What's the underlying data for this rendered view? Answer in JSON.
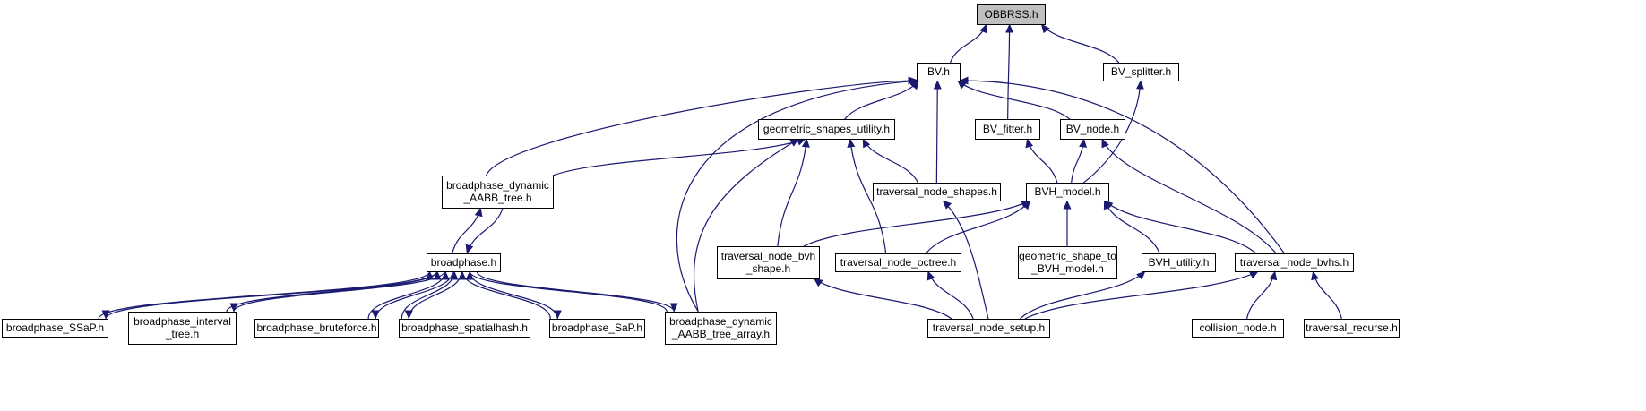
{
  "colors": {
    "edge": "#191970",
    "node_fill": "#ffffff",
    "root_fill": "#bfbfbf",
    "border": "#000000"
  },
  "nodes": [
    {
      "id": "obbrss",
      "lines": [
        "OBBRSS.h"
      ],
      "root": true
    },
    {
      "id": "bv",
      "lines": [
        "BV.h"
      ]
    },
    {
      "id": "bv_splitter",
      "lines": [
        "BV_splitter.h"
      ]
    },
    {
      "id": "geometric_shapes_utility",
      "lines": [
        "geometric_shapes_utility.h"
      ]
    },
    {
      "id": "bv_fitter",
      "lines": [
        "BV_fitter.h"
      ]
    },
    {
      "id": "bv_node",
      "lines": [
        "BV_node.h"
      ]
    },
    {
      "id": "broadphase_dynamic_aabb_tree",
      "lines": [
        "broadphase_dynamic",
        "_AABB_tree.h"
      ]
    },
    {
      "id": "traversal_node_shapes",
      "lines": [
        "traversal_node_shapes.h"
      ]
    },
    {
      "id": "bvh_model",
      "lines": [
        "BVH_model.h"
      ]
    },
    {
      "id": "broadphase",
      "lines": [
        "broadphase.h"
      ]
    },
    {
      "id": "traversal_node_bvh_shape",
      "lines": [
        "traversal_node_bvh",
        "_shape.h"
      ]
    },
    {
      "id": "traversal_node_octree",
      "lines": [
        "traversal_node_octree.h"
      ]
    },
    {
      "id": "geometric_shape_to_bvh_model",
      "lines": [
        "geometric_shape_to",
        "_BVH_model.h"
      ]
    },
    {
      "id": "bvh_utility",
      "lines": [
        "BVH_utility.h"
      ]
    },
    {
      "id": "traversal_node_bvhs",
      "lines": [
        "traversal_node_bvhs.h"
      ]
    },
    {
      "id": "broadphase_ssap",
      "lines": [
        "broadphase_SSaP.h"
      ]
    },
    {
      "id": "broadphase_interval_tree",
      "lines": [
        "broadphase_interval",
        "_tree.h"
      ]
    },
    {
      "id": "broadphase_bruteforce",
      "lines": [
        "broadphase_bruteforce.h"
      ]
    },
    {
      "id": "broadphase_spatialhash",
      "lines": [
        "broadphase_spatialhash.h"
      ]
    },
    {
      "id": "broadphase_sap",
      "lines": [
        "broadphase_SaP.h"
      ]
    },
    {
      "id": "broadphase_dynamic_aabb_tree_array",
      "lines": [
        "broadphase_dynamic",
        "_AABB_tree_array.h"
      ]
    },
    {
      "id": "traversal_node_setup",
      "lines": [
        "traversal_node_setup.h"
      ]
    },
    {
      "id": "collision_node",
      "lines": [
        "collision_node.h"
      ]
    },
    {
      "id": "traversal_recurse",
      "lines": [
        "traversal_recurse.h"
      ]
    }
  ],
  "edges": [
    [
      "bv",
      "obbrss"
    ],
    [
      "bv_fitter",
      "obbrss"
    ],
    [
      "bv_splitter",
      "obbrss"
    ],
    [
      "geometric_shapes_utility",
      "bv"
    ],
    [
      "bv_node",
      "bv"
    ],
    [
      "traversal_node_shapes",
      "bv"
    ],
    [
      "broadphase_dynamic_aabb_tree",
      "bv"
    ],
    [
      "broadphase_dynamic_aabb_tree_array",
      "bv"
    ],
    [
      "traversal_node_bvhs",
      "bv"
    ],
    [
      "bvh_model",
      "bv_splitter"
    ],
    [
      "bvh_model",
      "bv_fitter"
    ],
    [
      "bvh_model",
      "bv_node"
    ],
    [
      "traversal_node_bvhs",
      "bv_node"
    ],
    [
      "broadphase_dynamic_aabb_tree",
      "geometric_shapes_utility"
    ],
    [
      "traversal_node_shapes",
      "geometric_shapes_utility"
    ],
    [
      "traversal_node_bvh_shape",
      "geometric_shapes_utility"
    ],
    [
      "traversal_node_octree",
      "geometric_shapes_utility"
    ],
    [
      "broadphase_dynamic_aabb_tree_array",
      "geometric_shapes_utility"
    ],
    [
      "broadphase",
      "broadphase_dynamic_aabb_tree"
    ],
    [
      "broadphase_dynamic_aabb_tree",
      "broadphase"
    ],
    [
      "traversal_node_bvh_shape",
      "bvh_model"
    ],
    [
      "traversal_node_octree",
      "bvh_model"
    ],
    [
      "geometric_shape_to_bvh_model",
      "bvh_model"
    ],
    [
      "bvh_utility",
      "bvh_model"
    ],
    [
      "traversal_node_bvhs",
      "bvh_model"
    ],
    [
      "traversal_node_setup",
      "traversal_node_shapes"
    ],
    [
      "traversal_node_setup",
      "traversal_node_bvh_shape"
    ],
    [
      "traversal_node_setup",
      "traversal_node_octree"
    ],
    [
      "traversal_node_setup",
      "bvh_utility"
    ],
    [
      "traversal_node_setup",
      "traversal_node_bvhs"
    ],
    [
      "collision_node",
      "traversal_node_bvhs"
    ],
    [
      "traversal_recurse",
      "traversal_node_bvhs"
    ],
    [
      "broadphase_ssap",
      "broadphase"
    ],
    [
      "broadphase",
      "broadphase_ssap"
    ],
    [
      "broadphase_interval_tree",
      "broadphase"
    ],
    [
      "broadphase",
      "broadphase_interval_tree"
    ],
    [
      "broadphase_bruteforce",
      "broadphase"
    ],
    [
      "broadphase",
      "broadphase_bruteforce"
    ],
    [
      "broadphase_spatialhash",
      "broadphase"
    ],
    [
      "broadphase",
      "broadphase_spatialhash"
    ],
    [
      "broadphase_sap",
      "broadphase"
    ],
    [
      "broadphase",
      "broadphase_sap"
    ],
    [
      "broadphase_dynamic_aabb_tree_array",
      "broadphase"
    ],
    [
      "broadphase",
      "broadphase_dynamic_aabb_tree_array"
    ]
  ]
}
